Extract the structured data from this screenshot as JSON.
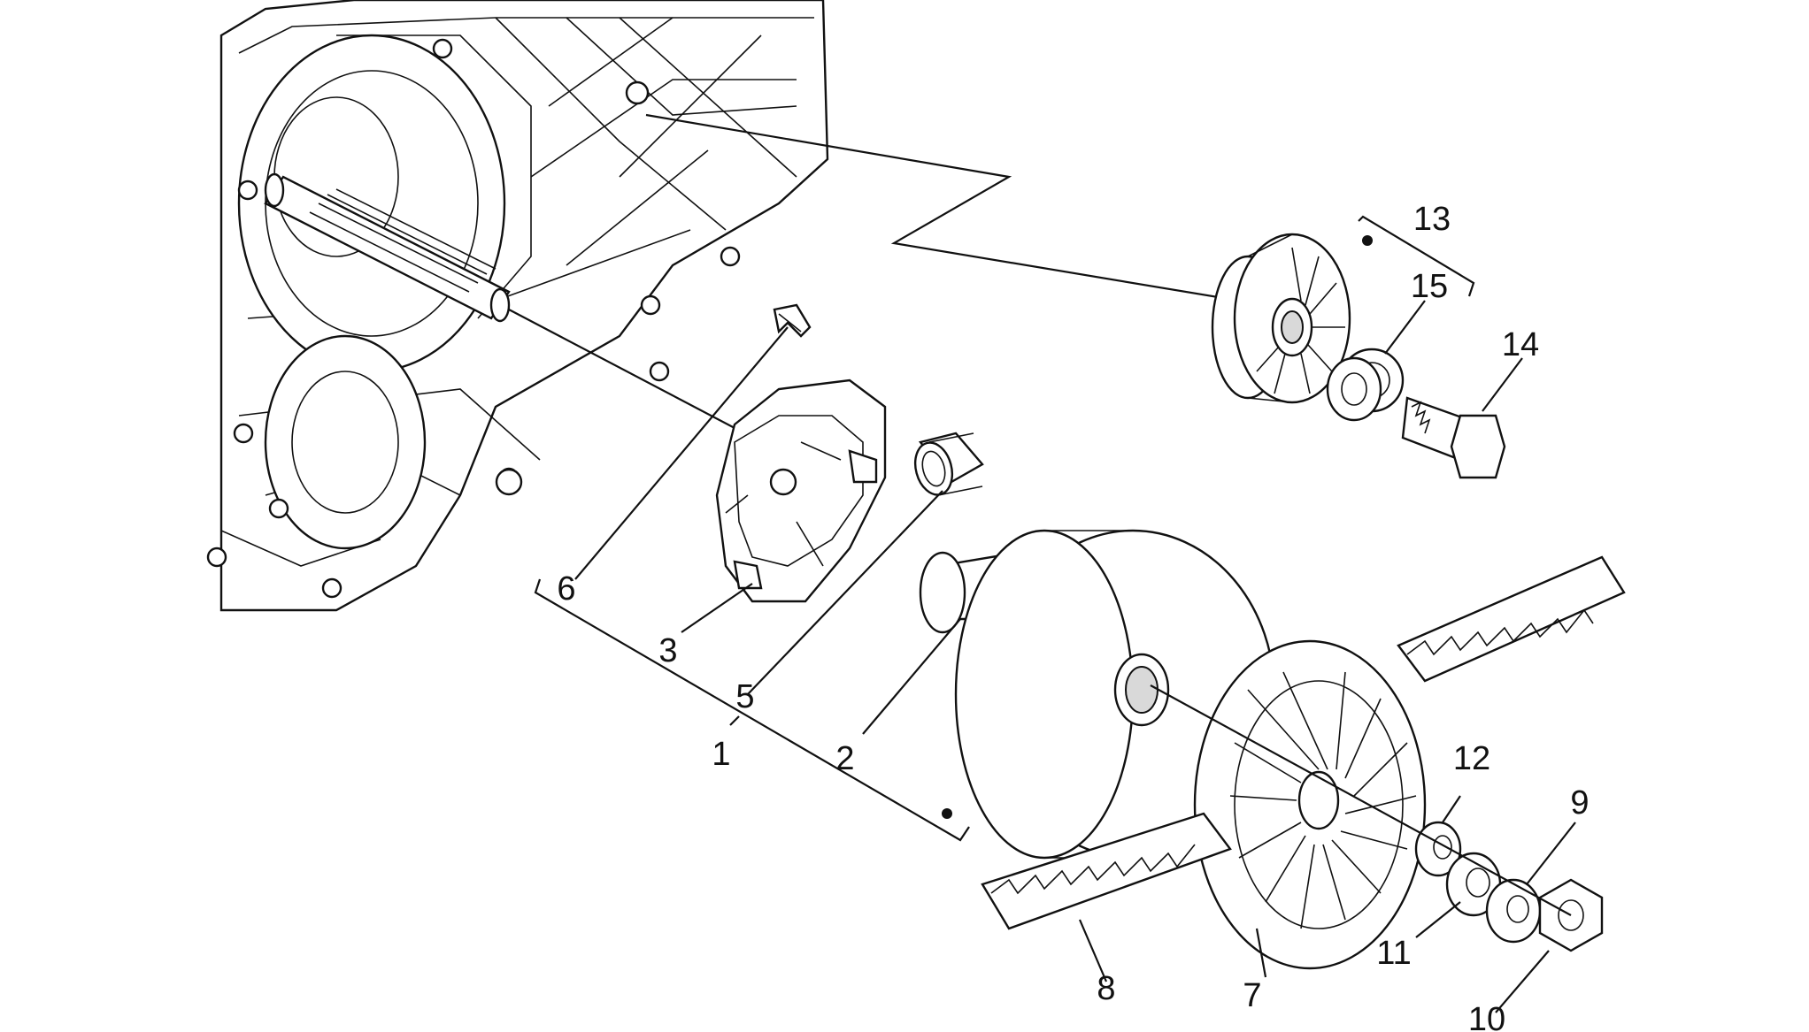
{
  "labels": {
    "p1": "1",
    "p2": "2",
    "p3": "3",
    "p5": "5",
    "p6": "6",
    "p7": "7",
    "p8": "8",
    "p9": "9",
    "p10": "10",
    "p11": "11",
    "p12": "12",
    "p13": "13",
    "p14": "14",
    "p15": "15"
  }
}
